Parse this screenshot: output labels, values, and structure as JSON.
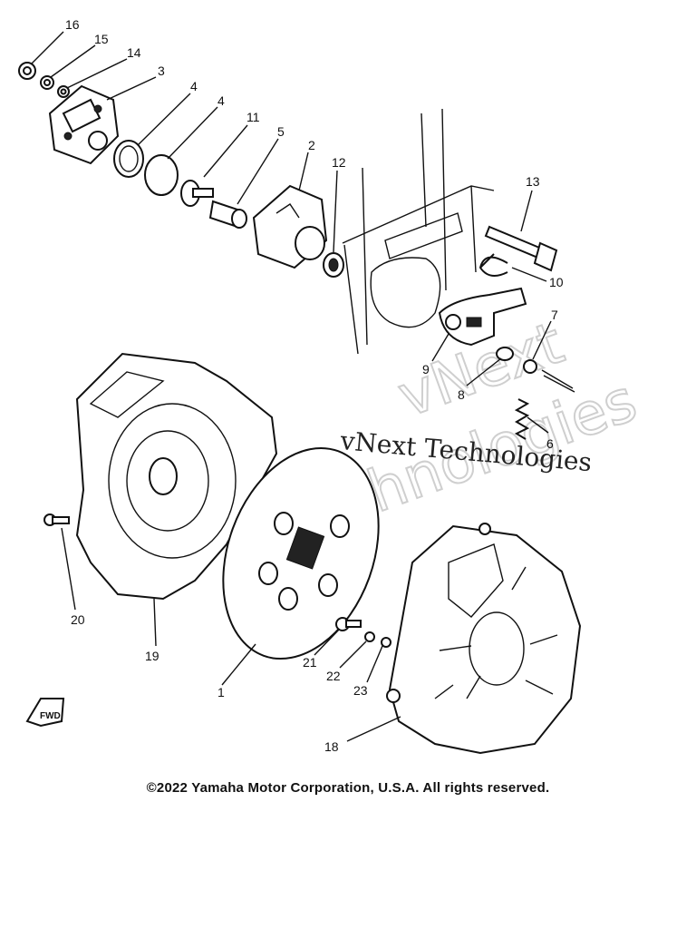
{
  "callouts": {
    "c16": "16",
    "c15": "15",
    "c14": "14",
    "c3": "3",
    "c4a": "4",
    "c4b": "4",
    "c11": "11",
    "c5": "5",
    "c2": "2",
    "c12": "12",
    "c13": "13",
    "c10": "10",
    "c7": "7",
    "c9": "9",
    "c8": "8",
    "c6": "6",
    "c20": "20",
    "c19": "19",
    "c1": "1",
    "c21": "21",
    "c22": "22",
    "c23": "23",
    "c18": "18"
  },
  "watermark": {
    "line1": "vNext Technologies",
    "diag1": "vNext",
    "diag2": "Technologies"
  },
  "fwd_mark": "FWD",
  "copyright": "©2022 Yamaha Motor Corporation, U.S.A. All rights reserved."
}
